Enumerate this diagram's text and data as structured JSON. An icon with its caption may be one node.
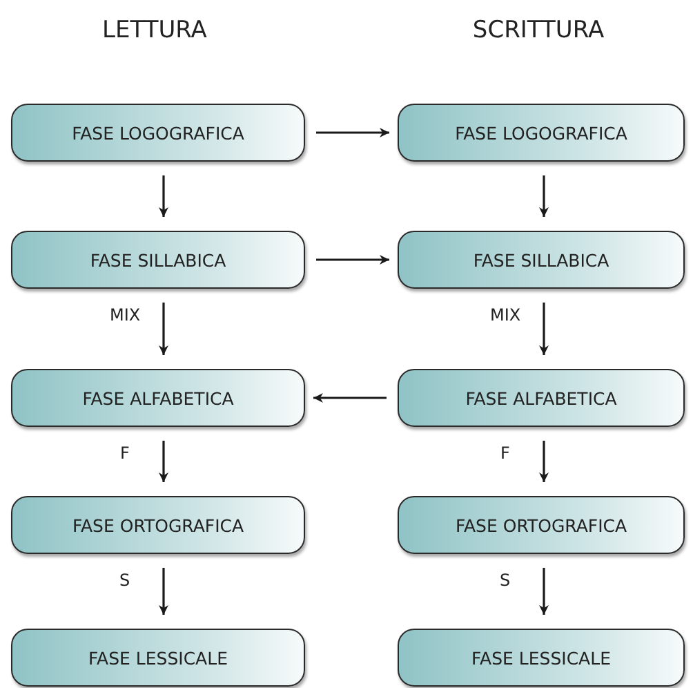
{
  "diagram": {
    "nodes": [
      {
        "text": [
          "FASE LOGOGRAFICA"
        ]
      },
      {
        "text": [
          "FASE SILLABICA"
        ]
      },
      {
        "text": [
          "FASE ALFABETICA"
        ]
      },
      {
        "text": [
          "FASE ORTOGRAFICA"
        ]
      },
      {
        "text": [
          "FASE LESSICALE"
        ]
      },
      {
        "text": [
          "FASE LOGOGRAFICA"
        ]
      },
      {
        "text": [
          "FASE SILLABICA"
        ]
      },
      {
        "text": [
          "FASE ALFABETICA"
        ]
      },
      {
        "text": [
          "FASE ORTOGRAFICA"
        ]
      },
      {
        "text": [
          "FASE LESSICALE"
        ]
      }
    ],
    "edges": [
      {
        "from": 0,
        "to": 1,
        "arrow": "to"
      },
      {
        "from": 1,
        "to": 2,
        "arrow": "to",
        "label": "MIX"
      },
      {
        "from": 2,
        "to": 3,
        "arrow": "to",
        "label": "F"
      },
      {
        "from": 3,
        "to": 4,
        "arrow": "to",
        "label": "S"
      },
      {
        "from": 5,
        "to": 6,
        "arrow": "to"
      },
      {
        "from": 6,
        "to": 7,
        "arrow": "to",
        "label": "MIX"
      },
      {
        "from": 7,
        "to": 8,
        "arrow": "to",
        "label": "F"
      },
      {
        "from": 8,
        "to": 9,
        "arrow": "to",
        "label": "S"
      },
      {
        "from": 0,
        "to": 5,
        "arrow": "to"
      },
      {
        "from": 1,
        "to": 6,
        "arrow": "to"
      },
      {
        "from": 7,
        "to": 2,
        "arrow": "to"
      }
    ],
    "labels": [
      "LETTURA",
      "SCRITTURA"
    ]
  }
}
